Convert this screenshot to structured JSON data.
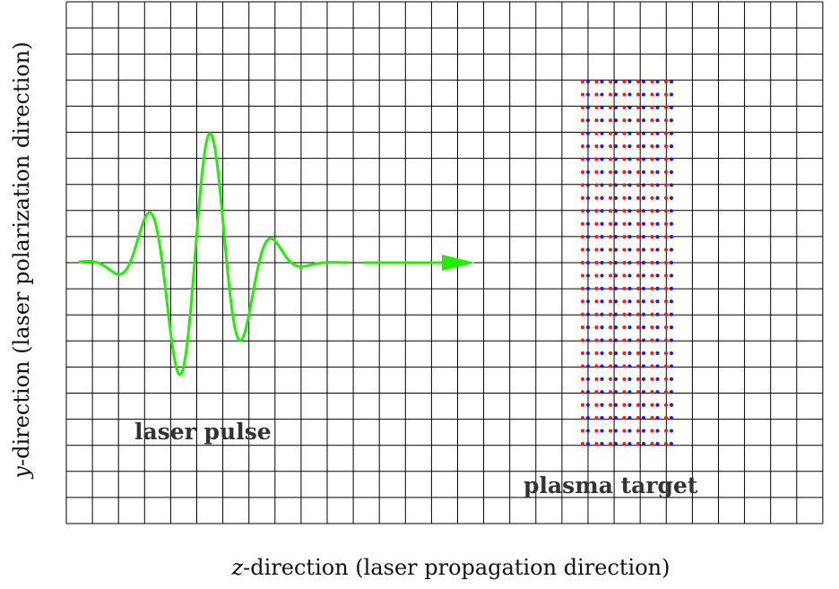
{
  "labels": {
    "y_axis_var": "y",
    "y_axis_rest": "-direction (laser polarization direction)",
    "x_axis_var": "z",
    "x_axis_rest": "-direction (laser propagation direction)",
    "pulse": "laser pulse",
    "target": "plasma target"
  },
  "colors": {
    "grid": "#000000",
    "pulse": "#22ee00",
    "ion": "#ff1a1a",
    "electron": "#1a1aff"
  }
}
